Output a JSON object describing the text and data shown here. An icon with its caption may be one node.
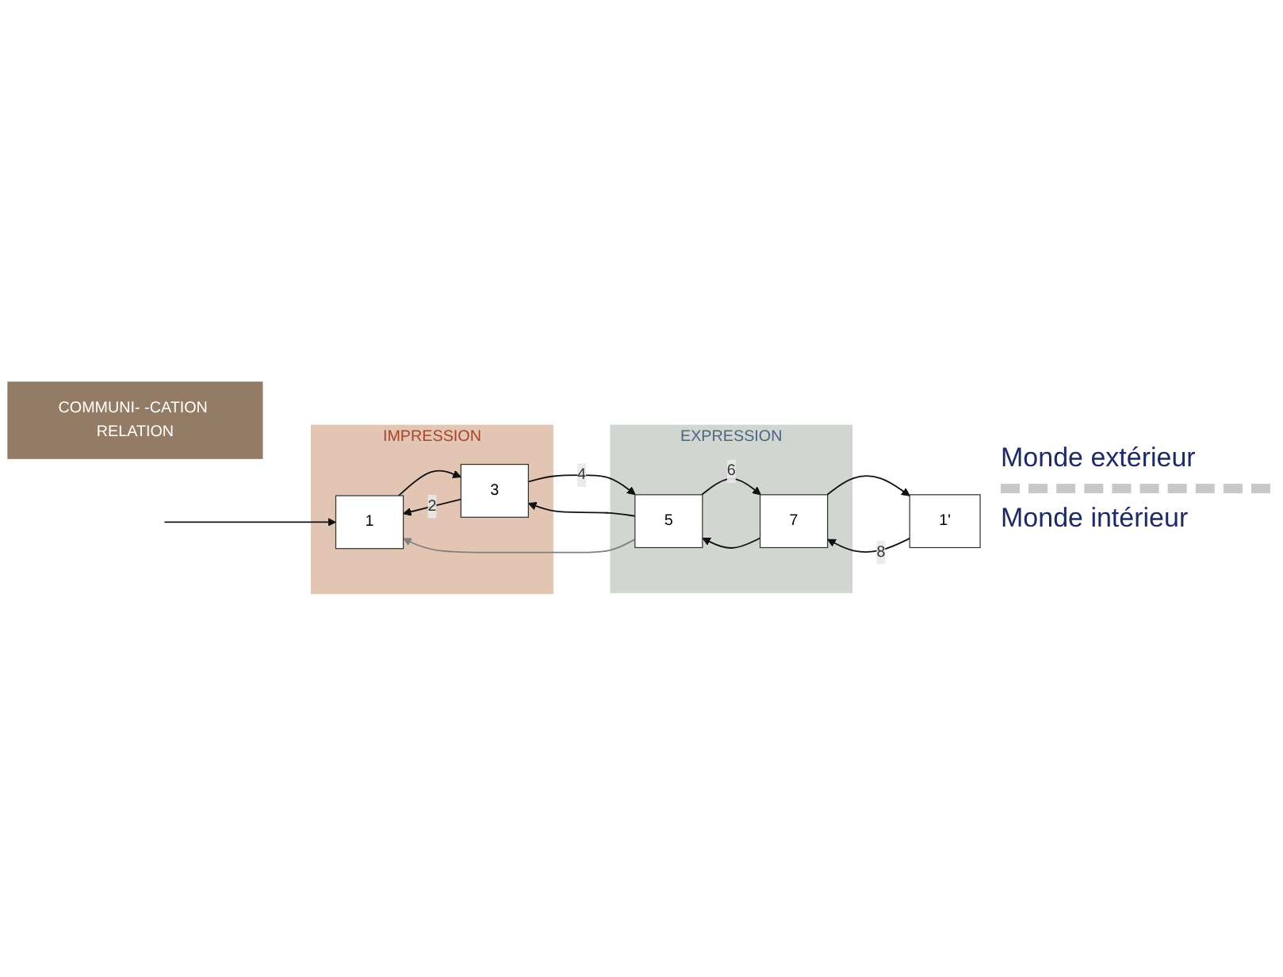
{
  "diagram": {
    "nodes": [
      {
        "text": [
          "IMPRESSION"
        ]
      },
      {
        "text": [
          "1"
        ],
        "in": 0
      },
      {
        "text": [
          "3"
        ],
        "in": 0
      },
      {
        "text": [
          "EXPRESSION"
        ]
      },
      {
        "text": [
          "7"
        ],
        "in": 3
      },
      {
        "text": [
          "5"
        ],
        "in": 3
      },
      {
        "text": [
          "COMMUNI- -CATION RELATION"
        ]
      },
      {
        "text": [
          "1'"
        ]
      }
    ],
    "edges": [
      {
        "from": null,
        "to": 1,
        "arrow": "to"
      },
      {
        "from": 1,
        "to": 2,
        "arrow": "to"
      },
      {
        "from": 2,
        "to": 1,
        "arrow": "to",
        "label": "2"
      },
      {
        "from": 2,
        "to": 5,
        "arrow": "to",
        "label": "4"
      },
      {
        "from": 5,
        "to": 2,
        "arrow": "to"
      },
      {
        "from": 5,
        "to": 1,
        "arrow": "to",
        "color": "#808080"
      },
      {
        "from": 4,
        "to": 5,
        "arrow": "to"
      },
      {
        "from": 5,
        "to": 4,
        "arrow": "to",
        "label": "6"
      },
      {
        "from": 4,
        "to": 7,
        "arrow": "to"
      },
      {
        "from": 7,
        "to": 4,
        "arrow": "to",
        "label": "8"
      }
    ],
    "labels": [
      "Monde extérieur",
      "Monde intérieur"
    ]
  }
}
